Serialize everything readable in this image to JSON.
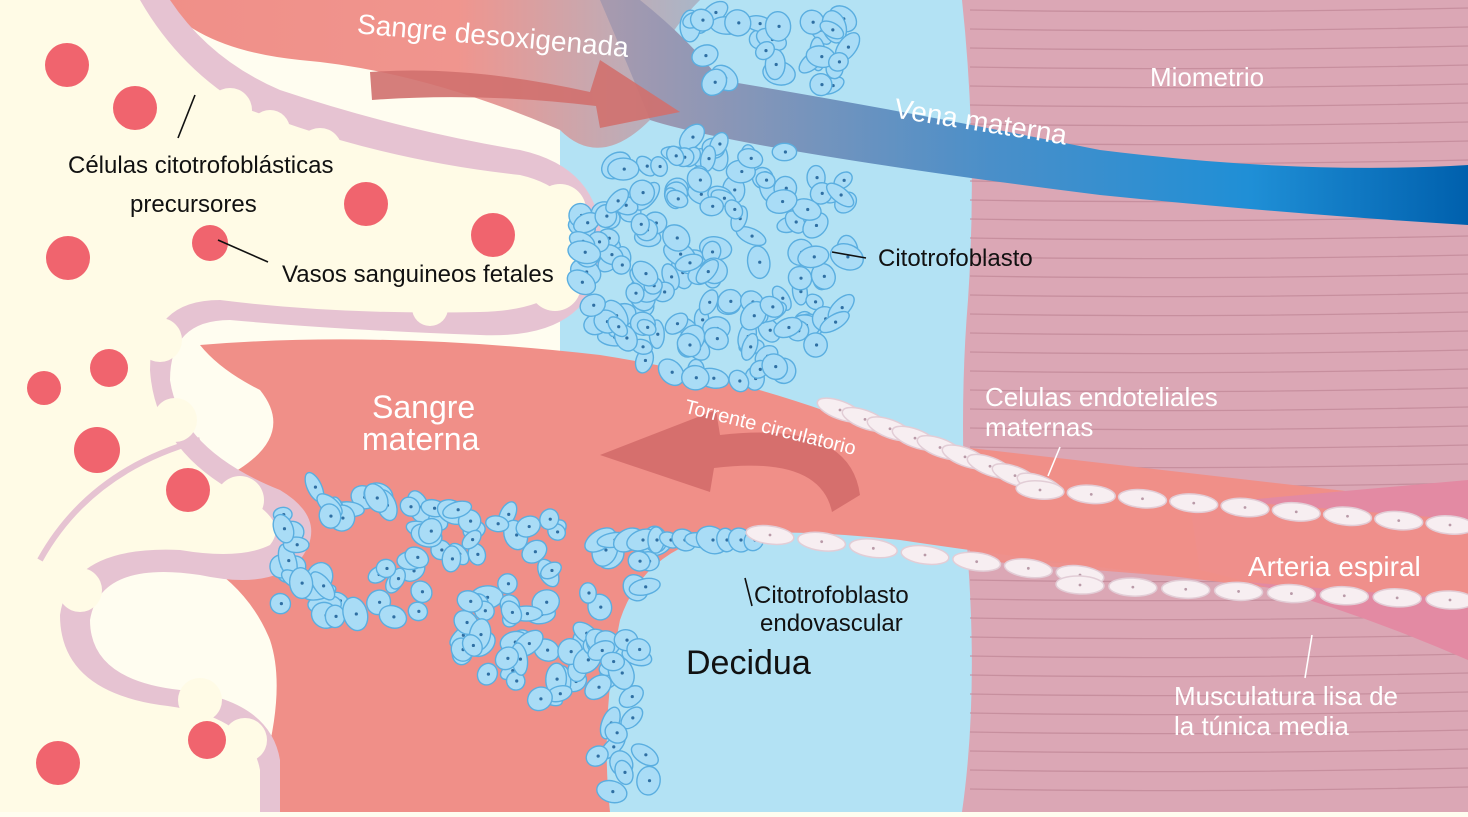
{
  "labels": {
    "deoxygenated_blood": "Sangre desoxigenada",
    "maternal_vein": "Vena materna",
    "myometrium": "Miometrio",
    "precursor_cells_line1": "Células citotrofoblásticas",
    "precursor_cells_line2": "precursores",
    "fetal_vessels": "Vasos sanguineos fetales",
    "cytotrophoblast": "Citotrofoblasto",
    "endothelial_line1": "Celulas endoteliales",
    "endothelial_line2": "maternas",
    "maternal_blood_line1": "Sangre",
    "maternal_blood_line2": "materna",
    "circulation": "Torrente circulatorio",
    "spiral_artery": "Arteria espiral",
    "endovascular_line1": "Citotrofoblasto",
    "endovascular_line2": "endovascular",
    "decidua": "Decidua",
    "smooth_muscle_line1": "Musculatura lisa de",
    "smooth_muscle_line2": "la túnica media"
  },
  "colors": {
    "villus": "#fffbe6",
    "villus_border": "#e6c3d2",
    "maternal_blood": "#f08f88",
    "decidua": "#b3e2f4",
    "myometrium": "#dba7b5",
    "fetal_vessel": "#f0646e",
    "cytotrophoblast_cell": "#a9dcf6",
    "cell_outline": "#5aaee0",
    "endothelial_cell": "#f7eef1",
    "vein_start": "#8fa3b8",
    "vein_end": "#0063b0",
    "artery_muscle": "#e38aa3"
  }
}
